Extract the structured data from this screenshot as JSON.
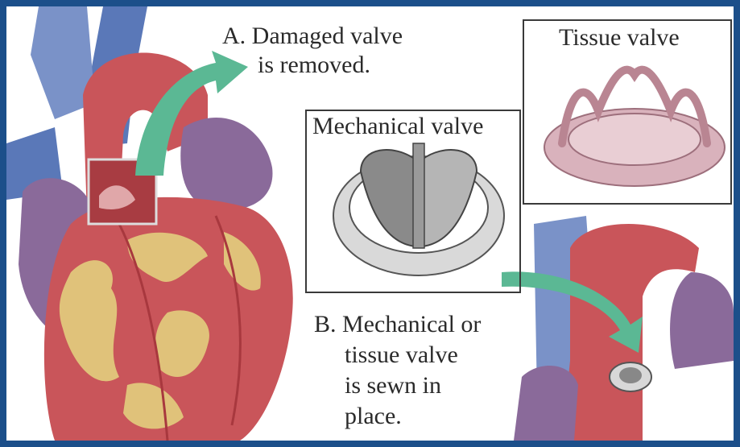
{
  "caption_a": {
    "line1": "A. Damaged valve",
    "line2": "is removed."
  },
  "caption_b": {
    "line1": "B. Mechanical or",
    "line2": "tissue valve",
    "line3": "is sewn in",
    "line4": "place."
  },
  "mechanical_box": {
    "title": "Mechanical valve"
  },
  "tissue_box": {
    "title": "Tissue valve"
  },
  "colors": {
    "frame": "#1c4f8a",
    "arrow": "#5bb894",
    "heart_red": "#c9555a",
    "fat_yellow": "#e0c27a",
    "vessel_blue": "#5a78b8",
    "vessel_purple": "#8a6a9a",
    "tissue_pink": "#d9b2bc"
  }
}
